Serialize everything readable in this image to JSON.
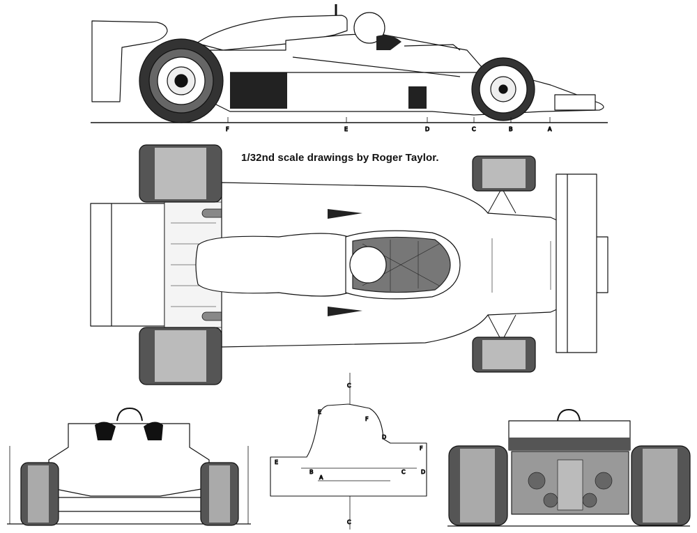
{
  "caption": "1/32nd scale drawings by Roger Taylor.",
  "side_view": {
    "stations": [
      "F",
      "E",
      "D",
      "C",
      "B",
      "A"
    ]
  },
  "section_view": {
    "left_labels": [
      "E",
      "E",
      "B",
      "A"
    ],
    "right_labels": [
      "F",
      "D",
      "F",
      "C",
      "D"
    ],
    "centerline_mark": "C"
  },
  "colors": {
    "ink": "#111111",
    "shade": "#444444",
    "paper": "#ffffff"
  }
}
